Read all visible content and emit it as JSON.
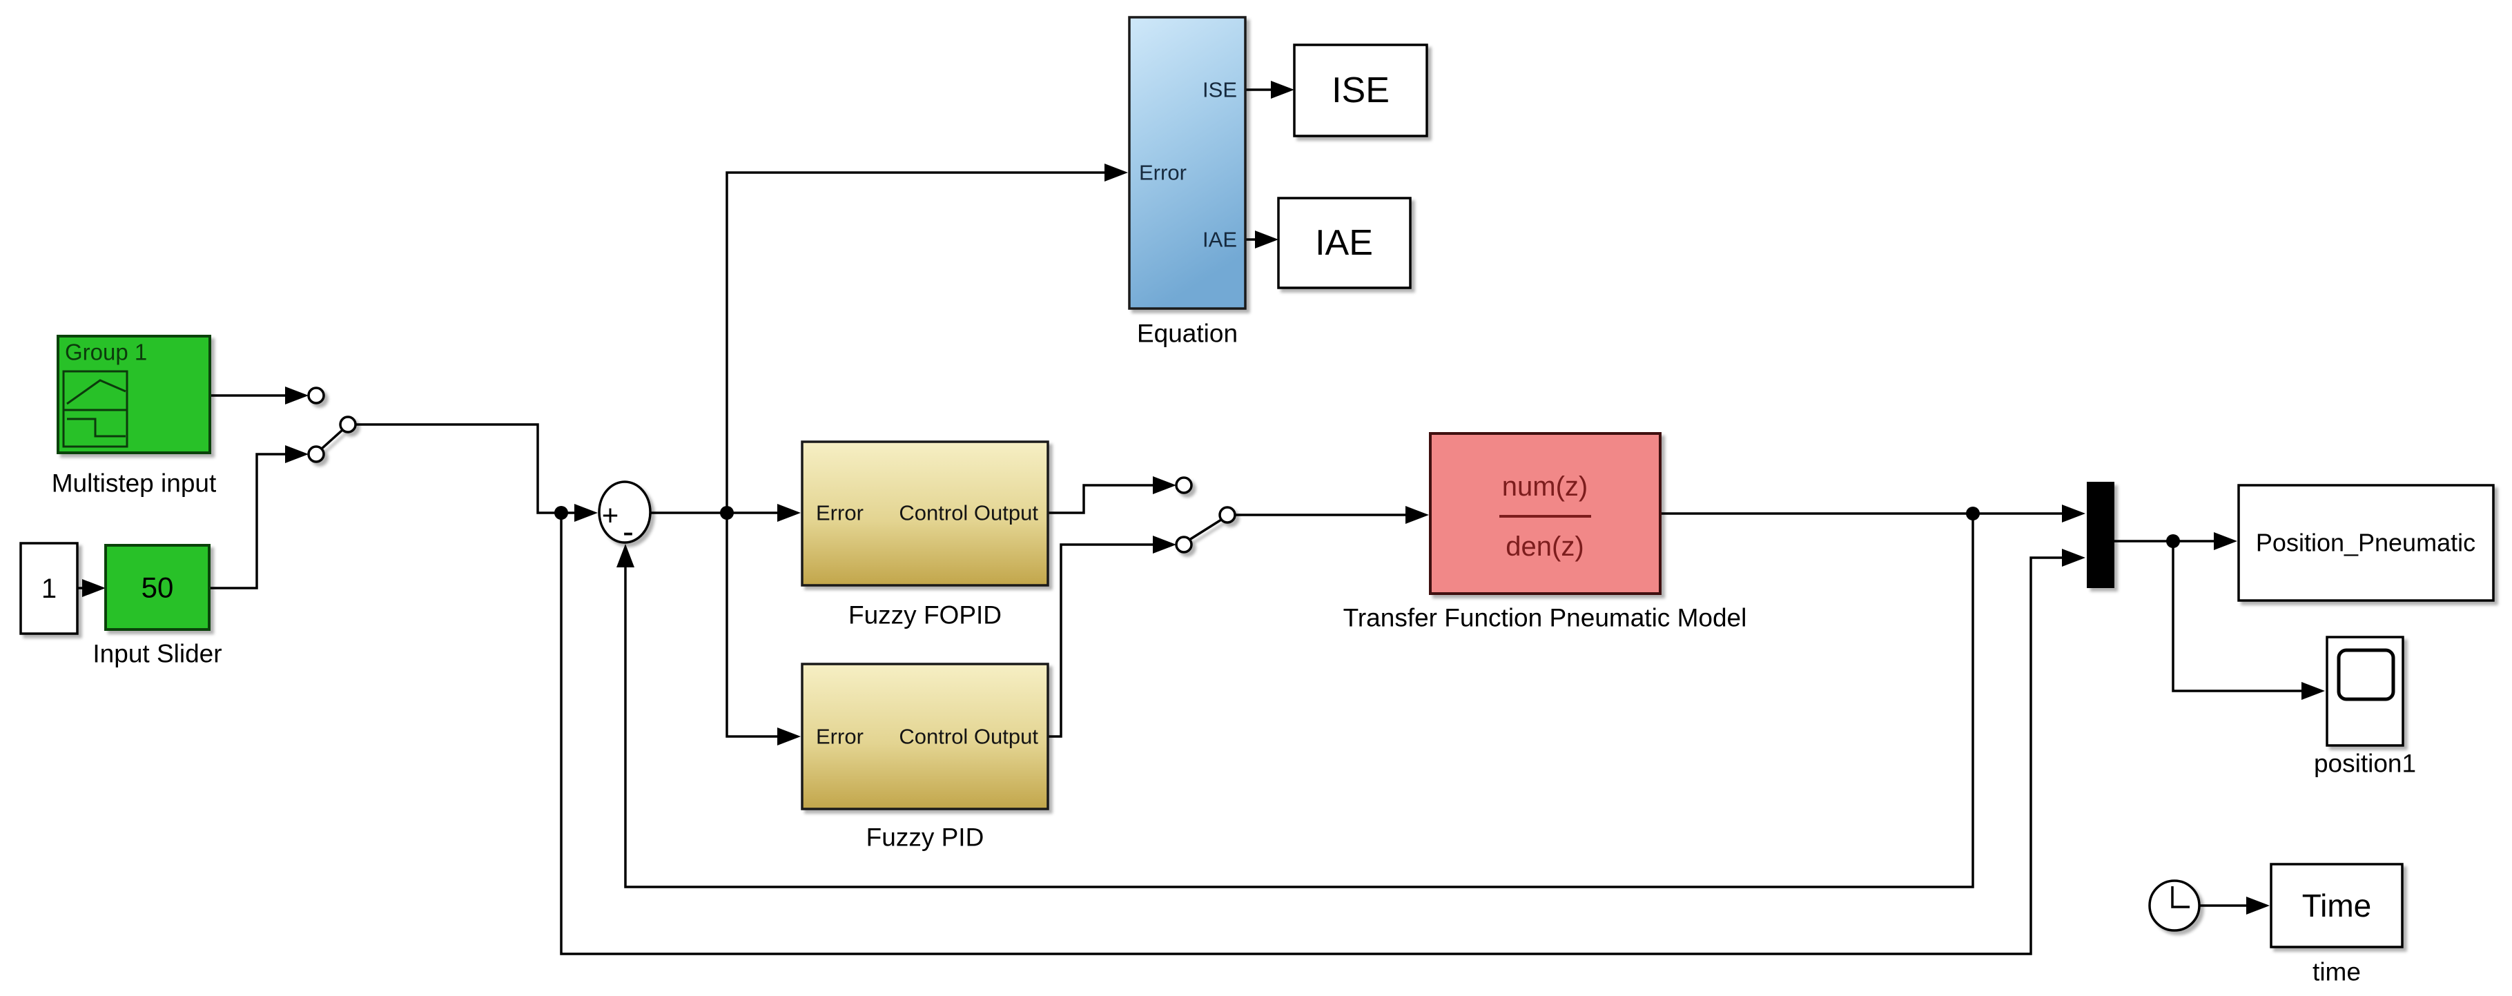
{
  "app": {
    "name": "Simulink model diagram"
  },
  "colors": {
    "canvas_bg": "#ffffff",
    "source_green": "#28c128",
    "source_green_border": "#0a420a",
    "source_green_text": "#0c3a0c",
    "equation_blue_top": "#cfe8f9",
    "equation_blue_mid": "#a5cdea",
    "equation_blue_bottom": "#73a9d4",
    "fuzzy_tan_top": "#f6efc4",
    "fuzzy_tan_mid": "#e3d491",
    "fuzzy_tan_bottom": "#c2a64b",
    "tf_salmon": "#f18888",
    "tf_border": "#401010",
    "tf_text": "#7c1d1d",
    "wire_black": "#000000"
  },
  "blocks": {
    "multistep": {
      "group_label": "Group 1",
      "caption": "Multistep input"
    },
    "constant": {
      "value": "1"
    },
    "input_slider": {
      "value": "50",
      "caption": "Input Slider"
    },
    "sum": {
      "sign_plus": "+",
      "sign_minus": "-"
    },
    "fuzzy_fopid": {
      "port_in": "Error",
      "port_out": "Control Output",
      "caption": "Fuzzy FOPID"
    },
    "fuzzy_pid": {
      "port_in": "Error",
      "port_out": "Control Output",
      "caption": "Fuzzy PID"
    },
    "equation": {
      "port_in": "Error",
      "port_ise": "ISE",
      "port_iae": "IAE",
      "caption": "Equation"
    },
    "ise_display": {
      "text": "ISE"
    },
    "iae_display": {
      "text": "IAE"
    },
    "transfer_function": {
      "numerator": "num(z)",
      "denominator": "den(z)",
      "caption": "Transfer Function Pneumatic Model"
    },
    "position_workspace": {
      "text": "Position_Pneumatic"
    },
    "scope": {
      "caption": "position1"
    },
    "time_display": {
      "text": "Time",
      "caption": "time"
    }
  }
}
